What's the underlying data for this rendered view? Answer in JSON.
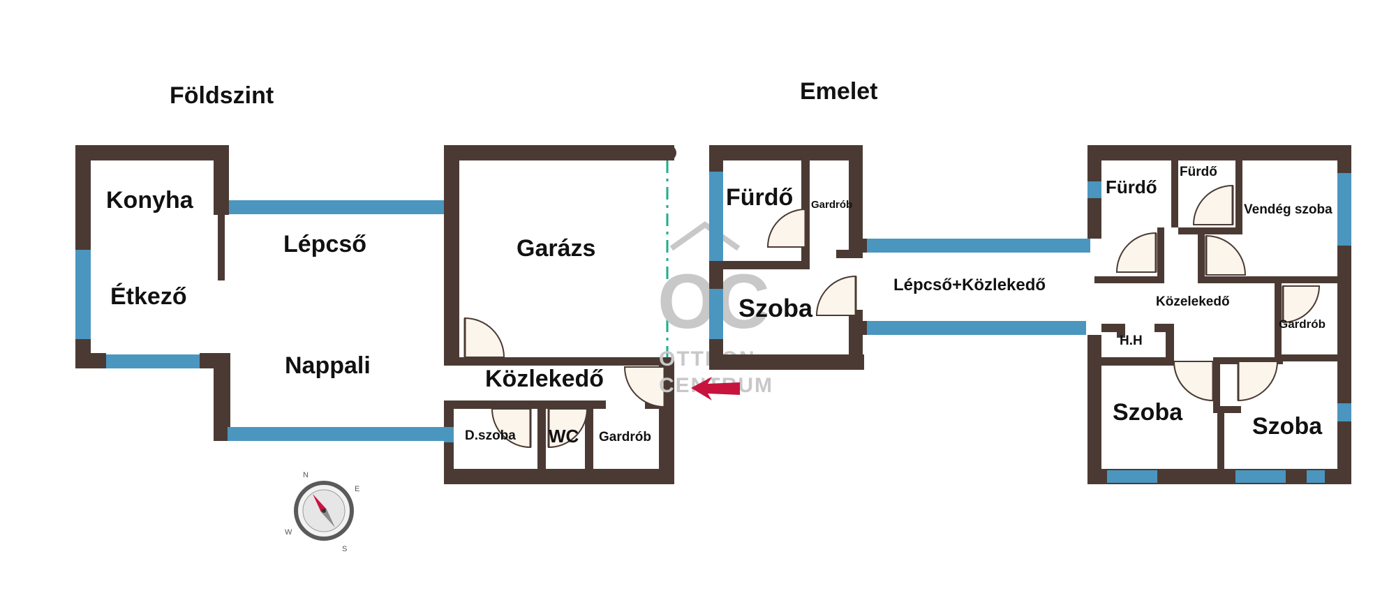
{
  "floors": {
    "ground": "Földszint",
    "upper": "Emelet"
  },
  "rooms": {
    "konyha": "Konyha",
    "etkezo": "Étkező",
    "lepcso": "Lépcső",
    "nappali": "Nappali",
    "garazs": "Garázs",
    "kozlekedo_ground": "Közlekedő",
    "dszoba": "D.szoba",
    "wc": "WC",
    "gardrob_ground": "Gardrób",
    "furdo_left": "Fürdő",
    "gardrob_left": "Gardrób",
    "szoba_left": "Szoba",
    "lepcso_kozlekedo": "Lépcső+Közlekedő",
    "furdo_right_1": "Fürdő",
    "furdo_right_2": "Fürdő",
    "vendeg_szoba": "Vendég szoba",
    "kozlekedo_upper": "Közelekedő",
    "gardrob_right": "Gardrób",
    "hh": "H.H",
    "szoba_right_1": "Szoba",
    "szoba_right_2": "Szoba"
  },
  "watermark": {
    "logo": "OC",
    "line1": "OTTHON",
    "line2": "CENTRUM"
  },
  "compass": {
    "n": "N",
    "e": "E",
    "s": "S",
    "w": "W"
  },
  "colors": {
    "wall": "#4b3a33",
    "window": "#4a96bf",
    "door": "#fbf5ec",
    "arrow": "#c8133f",
    "divider": "#1fae8c"
  }
}
